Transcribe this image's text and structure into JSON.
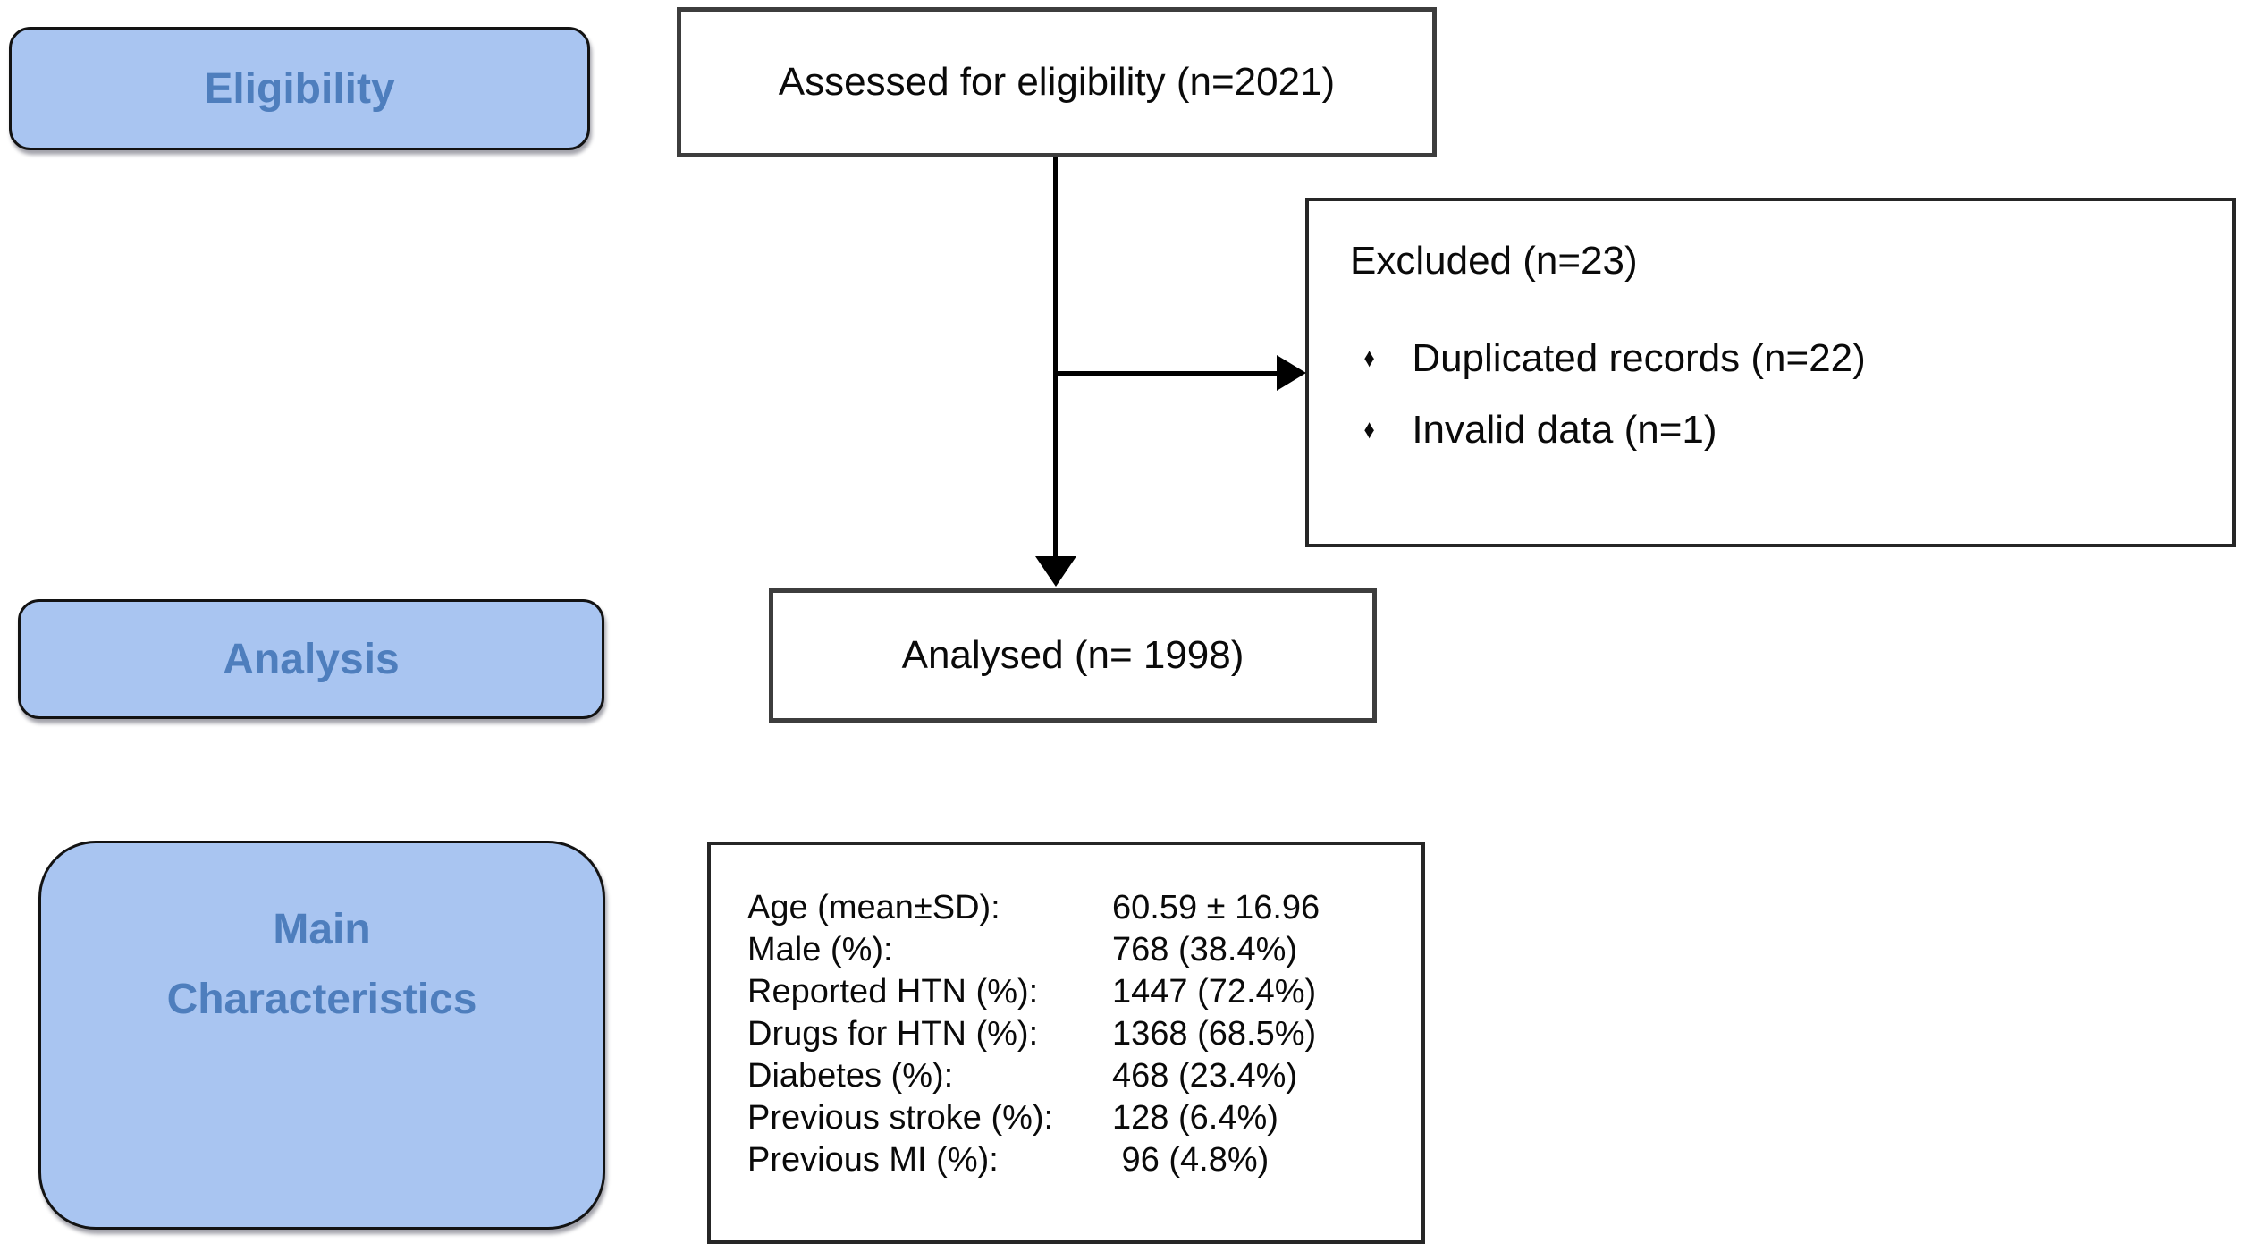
{
  "palette": {
    "stage_fill": "#A9C5F1",
    "stage_text": "#4E7EBD",
    "flow_border": "#3D3D3D",
    "panel_border": "#262626",
    "arrow_color": "#000000",
    "text_color": "#0A0A0A",
    "background": "#FFFFFF"
  },
  "stages": {
    "eligibility": {
      "label": "Eligibility"
    },
    "analysis": {
      "label": "Analysis"
    },
    "main_characteristics": {
      "line1": "Main",
      "line2": "Characteristics"
    }
  },
  "flow": {
    "assessed": {
      "text": "Assessed for eligibility (n=2021)"
    },
    "excluded": {
      "title": "Excluded (n=23)",
      "bullet": "♦",
      "items": [
        {
          "text": "Duplicated records (n=22)"
        },
        {
          "text": "Invalid data (n=1)"
        }
      ]
    },
    "analysed": {
      "text": "Analysed (n= 1998)"
    }
  },
  "characteristics": {
    "rows": [
      {
        "label": "Age (mean±SD):",
        "value": "60.59 ± 16.96"
      },
      {
        "label": "Male (%):",
        "value": "768 (38.4%)"
      },
      {
        "label": "Reported HTN (%):",
        "value": "1447 (72.4%)"
      },
      {
        "label": "Drugs for HTN (%):",
        "value": "1368 (68.5%)"
      },
      {
        "label": "Diabetes (%):",
        "value": "468 (23.4%)"
      },
      {
        "label": "Previous stroke (%):",
        "value": "128 (6.4%)"
      },
      {
        "label": "Previous MI (%):",
        "value": " 96 (4.8%)"
      }
    ]
  }
}
